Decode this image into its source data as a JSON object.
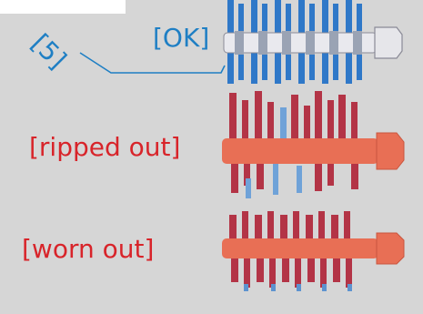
{
  "labels": {
    "callout_number": "[5]",
    "ok": "[OK]",
    "ripped": "[ripped out]",
    "worn": "[worn out]"
  },
  "colors": {
    "background": "#d6d6d6",
    "blue_label": "#1f7fc4",
    "red_label": "#d8242a",
    "blue_part": "#2f78c8",
    "red_part": "#b33446",
    "orange_shaft": "#e86f55"
  },
  "rotors": [
    {
      "state": "ok"
    },
    {
      "state": "ripped out"
    },
    {
      "state": "worn out"
    }
  ]
}
